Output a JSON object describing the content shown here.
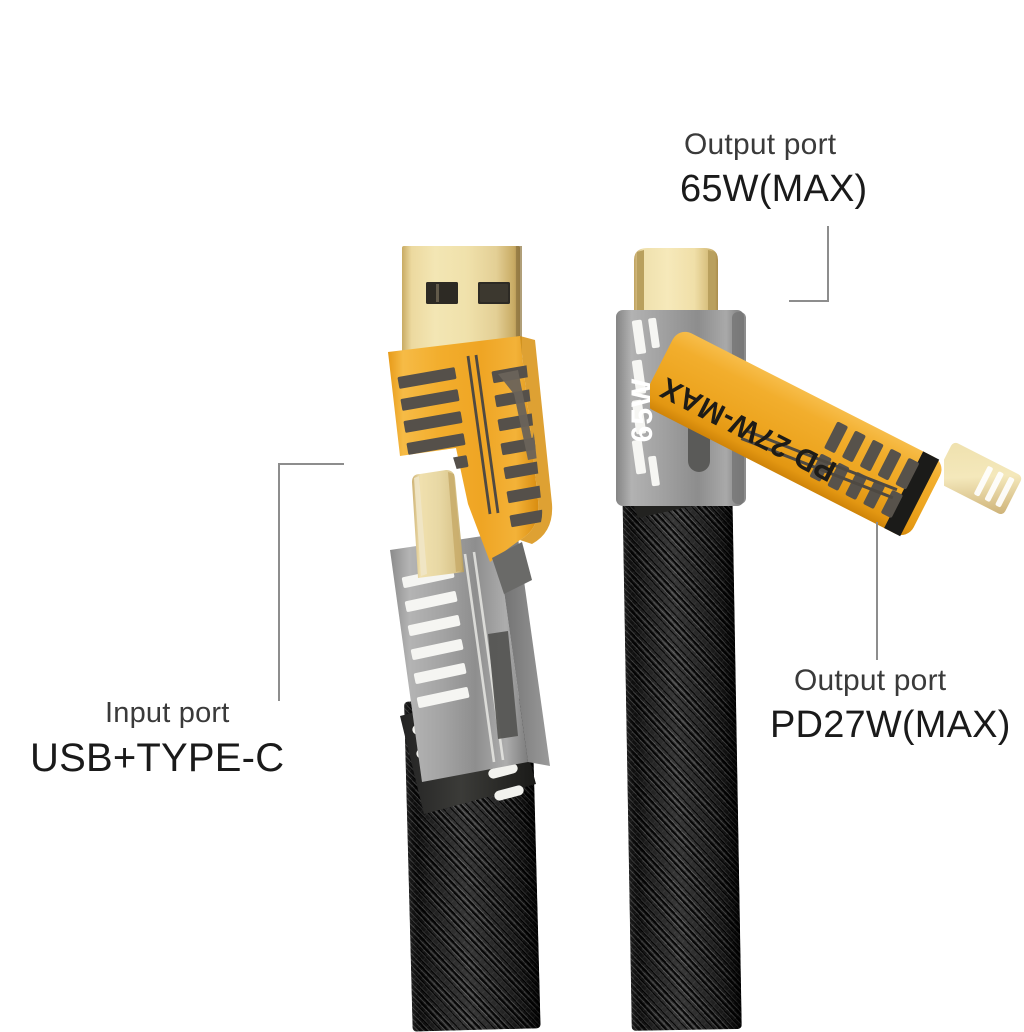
{
  "scene": {
    "description": "Product photo of a 4-in-1 multi-head flat braided charging cable on white background",
    "background_color": "#ffffff"
  },
  "annotations": [
    {
      "id": "input-port",
      "line1": "Input port",
      "line2": "USB+TYPE-C",
      "position": "bottom-left",
      "leader": "bracket-up-right"
    },
    {
      "id": "output-65w",
      "line1": "Output port",
      "line2": "65W(MAX)",
      "position": "top-right",
      "leader": "bracket-down-left"
    },
    {
      "id": "output-pd27w",
      "line1": "Output port",
      "line2": "PD27W(MAX)",
      "position": "bottom-right",
      "leader": "vertical"
    }
  ],
  "left_cable": {
    "name": "USB-A + USB-C combo input head",
    "connectors": [
      {
        "type": "usb-a",
        "finish": "gold",
        "label": ""
      },
      {
        "type": "usb-c",
        "finish": "gold",
        "label": ""
      }
    ],
    "housings": [
      {
        "color": "#f0ab28",
        "name": "orange-housing",
        "print": "diagonal stripe pattern"
      },
      {
        "color": "#9b9b9b",
        "name": "grey-housing",
        "print": "white diagonal stripe pattern"
      }
    ],
    "cable": {
      "style": "flat braided",
      "color": "#161616"
    }
  },
  "right_cable": {
    "name": "USB-C 65W head with PD27W lightning head",
    "connectors": [
      {
        "type": "usb-c",
        "finish": "gold",
        "label": "65W"
      },
      {
        "type": "lightning",
        "finish": "gold",
        "label": "PD 27W-MAX"
      }
    ],
    "housings": [
      {
        "color": "#9b9b9b",
        "name": "grey-housing-65w",
        "print": "65W"
      },
      {
        "color": "#f0ab28",
        "name": "orange-housing-pd27w",
        "print": "PD 27W-MAX"
      }
    ],
    "cable": {
      "style": "flat braided",
      "color": "#161616"
    }
  },
  "colors": {
    "orange": "#f0ab28",
    "orange_dark": "#d98f14",
    "grey": "#9b9b9b",
    "grey_dark": "#6f6f6f",
    "gold": "#f3e2ad",
    "gold_edge": "#c2a257",
    "black": "#161616",
    "leader_line": "#8d8d8d",
    "text": "#2c2c2c"
  },
  "printed_text": {
    "left_orange_housing": "",
    "right_grey_housing": "65W",
    "right_orange_housing": "PD 27W-MAX"
  }
}
